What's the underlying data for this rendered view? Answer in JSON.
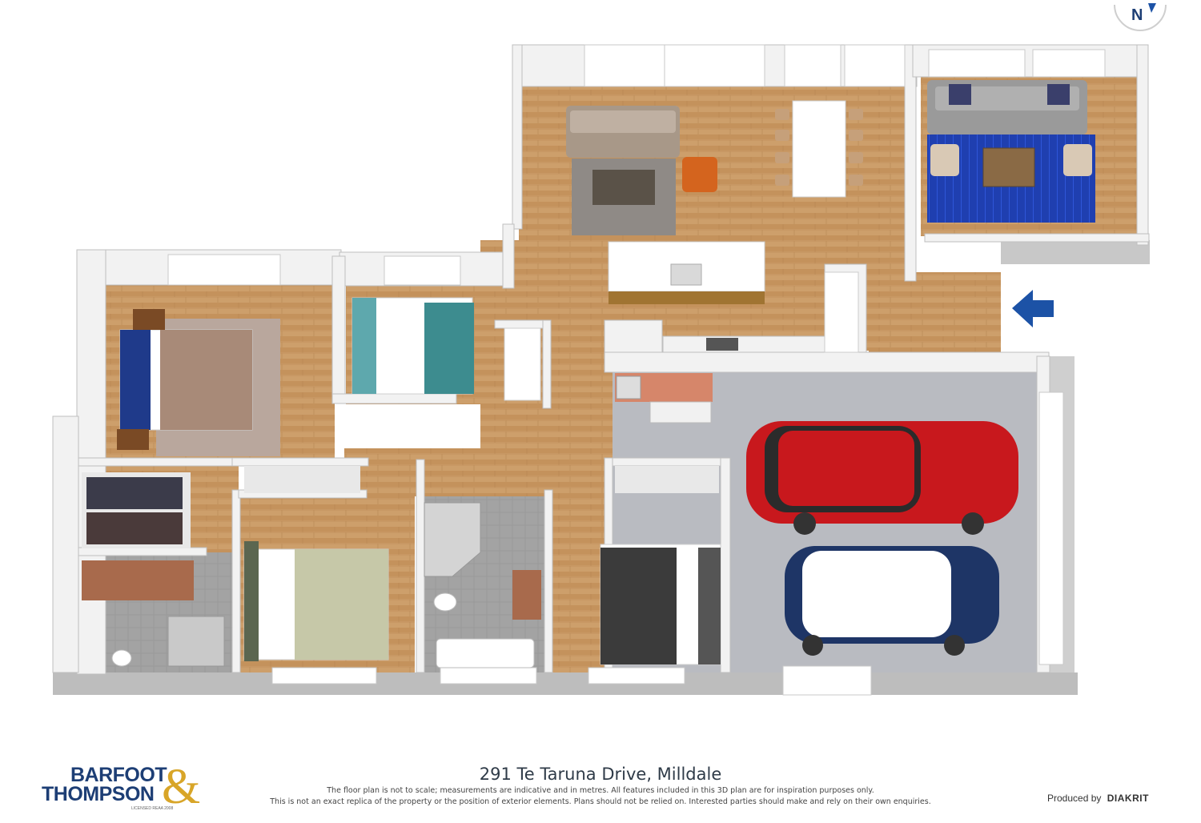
{
  "compass": {
    "label": "N"
  },
  "footer": {
    "address": "291 Te Taruna Drive, Milldale",
    "disclaimer_line1": "The floor plan is not to scale; measurements are indicative and in metres. All features included in this 3D plan are for inspiration purposes only.",
    "disclaimer_line2": "This is not an exact replica of the property or the position of exterior elements. Plans should not be relied on. Interested parties should make and rely on their own enquiries.",
    "produced_label": "Produced by",
    "produced_brand": "DIAKRIT"
  },
  "brand": {
    "line1": "BARFOOT",
    "line2": "THOMPSON",
    "ampersand": "&",
    "license": "LICENSED REAA 2008"
  },
  "colors": {
    "wall_top": "#f3f3f3",
    "wall_side": "#c9c9c9",
    "floor_wood": "#c89a66",
    "floor_tile": "#9c9c9c",
    "garage_floor": "#b9bbc1",
    "rug_blue": "#1f3fb0",
    "entry_arrow": "#1c52a6",
    "car_red": "#c8181d",
    "car_blue": "#1e3566",
    "brand_blue": "#1d3e75",
    "brand_gold": "#d8a528"
  },
  "icons": [
    "compass-icon",
    "entry-arrow-icon",
    "sofa-icon",
    "dining-table-icon",
    "bed-icon",
    "car-icon",
    "toilet-icon",
    "bath-icon",
    "sink-icon"
  ]
}
